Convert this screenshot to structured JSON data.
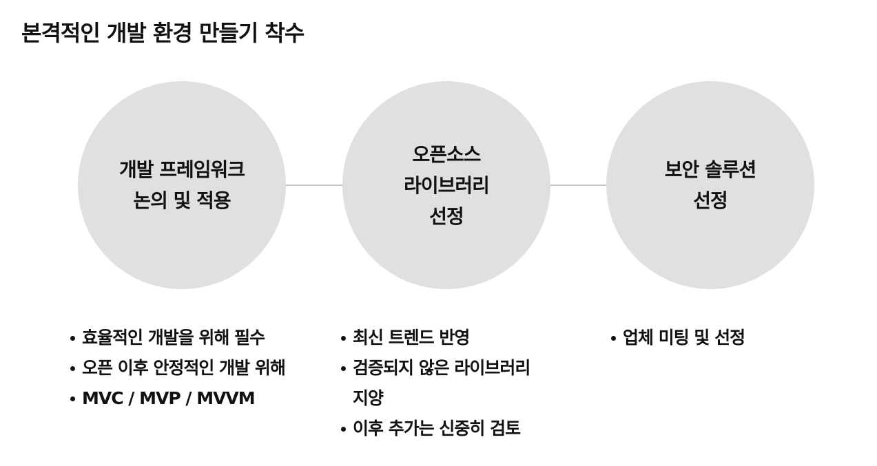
{
  "title": "본격적인 개발 환경 만들기 착수",
  "steps": [
    {
      "label_lines": [
        "개발 프레임워크",
        "논의 및 적용"
      ],
      "bullets": [
        "효율적인 개발을 위해 필수",
        "오픈 이후 안정적인 개발 위해",
        "MVC / MVP / MVVM"
      ]
    },
    {
      "label_lines": [
        "오픈소스",
        "라이브러리",
        "선정"
      ],
      "bullets": [
        "최신 트렌드 반영",
        "검증되지 않은 라이브러리\n지양",
        "이후 추가는 신중히 검토"
      ]
    },
    {
      "label_lines": [
        "보안 솔루션",
        "선정"
      ],
      "bullets": [
        "업체 미팅 및 선정"
      ]
    }
  ],
  "colors": {
    "circle_fill": "#e0e0e0",
    "connector": "#c9c9c9",
    "text": "#111111"
  }
}
